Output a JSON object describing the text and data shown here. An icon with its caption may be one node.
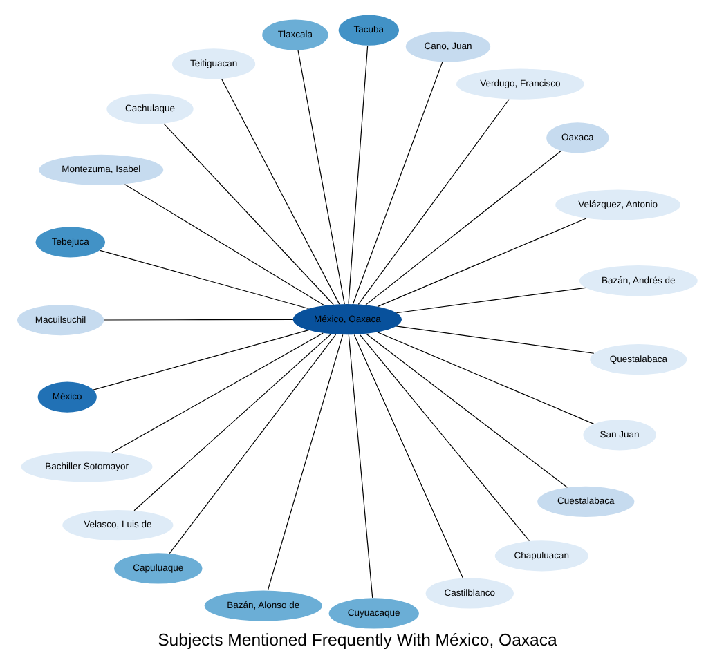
{
  "diagram": {
    "title": "Subjects Mentioned Frequently With México, Oaxaca",
    "nodes": [
      {
        "text": [
          "México, Oaxaca"
        ]
      },
      {
        "text": [
          "Bazán, Andrés de"
        ]
      },
      {
        "text": [
          "Velázquez, Antonio"
        ]
      },
      {
        "text": [
          "Oaxaca"
        ]
      },
      {
        "text": [
          "Verdugo, Francisco"
        ]
      },
      {
        "text": [
          "Cano, Juan"
        ]
      },
      {
        "text": [
          "Tacuba"
        ]
      },
      {
        "text": [
          "Tlaxcala"
        ]
      },
      {
        "text": [
          "Teitiguacan"
        ]
      },
      {
        "text": [
          "Cachulaque"
        ]
      },
      {
        "text": [
          "Montezuma, Isabel"
        ]
      },
      {
        "text": [
          "Tebejuca"
        ]
      },
      {
        "text": [
          "Macuilsuchil"
        ]
      },
      {
        "text": [
          "México"
        ]
      },
      {
        "text": [
          "Bachiller Sotomayor"
        ]
      },
      {
        "text": [
          "Velasco, Luis de"
        ]
      },
      {
        "text": [
          "Capuluaque"
        ]
      },
      {
        "text": [
          "Bazán, Alonso de"
        ]
      },
      {
        "text": [
          "Cuyuacaque"
        ]
      },
      {
        "text": [
          "Castilblanco"
        ]
      },
      {
        "text": [
          "Chapuluacan"
        ]
      },
      {
        "text": [
          "Cuestalabaca"
        ]
      },
      {
        "text": [
          "San Juan"
        ]
      },
      {
        "text": [
          "Questalabaca"
        ]
      }
    ],
    "edges": [
      {
        "from": 0,
        "to": 1,
        "arrow": "none"
      },
      {
        "from": 0,
        "to": 2,
        "arrow": "none"
      },
      {
        "from": 0,
        "to": 3,
        "arrow": "none"
      },
      {
        "from": 0,
        "to": 4,
        "arrow": "none"
      },
      {
        "from": 0,
        "to": 5,
        "arrow": "none"
      },
      {
        "from": 0,
        "to": 6,
        "arrow": "none"
      },
      {
        "from": 0,
        "to": 7,
        "arrow": "none"
      },
      {
        "from": 0,
        "to": 8,
        "arrow": "none"
      },
      {
        "from": 0,
        "to": 9,
        "arrow": "none"
      },
      {
        "from": 0,
        "to": 10,
        "arrow": "none"
      },
      {
        "from": 0,
        "to": 11,
        "arrow": "none"
      },
      {
        "from": 0,
        "to": 12,
        "arrow": "none"
      },
      {
        "from": 0,
        "to": 13,
        "arrow": "none"
      },
      {
        "from": 0,
        "to": 14,
        "arrow": "none"
      },
      {
        "from": 0,
        "to": 15,
        "arrow": "none"
      },
      {
        "from": 0,
        "to": 16,
        "arrow": "none"
      },
      {
        "from": 0,
        "to": 17,
        "arrow": "none"
      },
      {
        "from": 0,
        "to": 18,
        "arrow": "none"
      },
      {
        "from": 0,
        "to": 19,
        "arrow": "none"
      },
      {
        "from": 0,
        "to": 20,
        "arrow": "none"
      },
      {
        "from": 0,
        "to": 21,
        "arrow": "none"
      },
      {
        "from": 0,
        "to": 22,
        "arrow": "none"
      },
      {
        "from": 0,
        "to": 23,
        "arrow": "none"
      }
    ]
  }
}
